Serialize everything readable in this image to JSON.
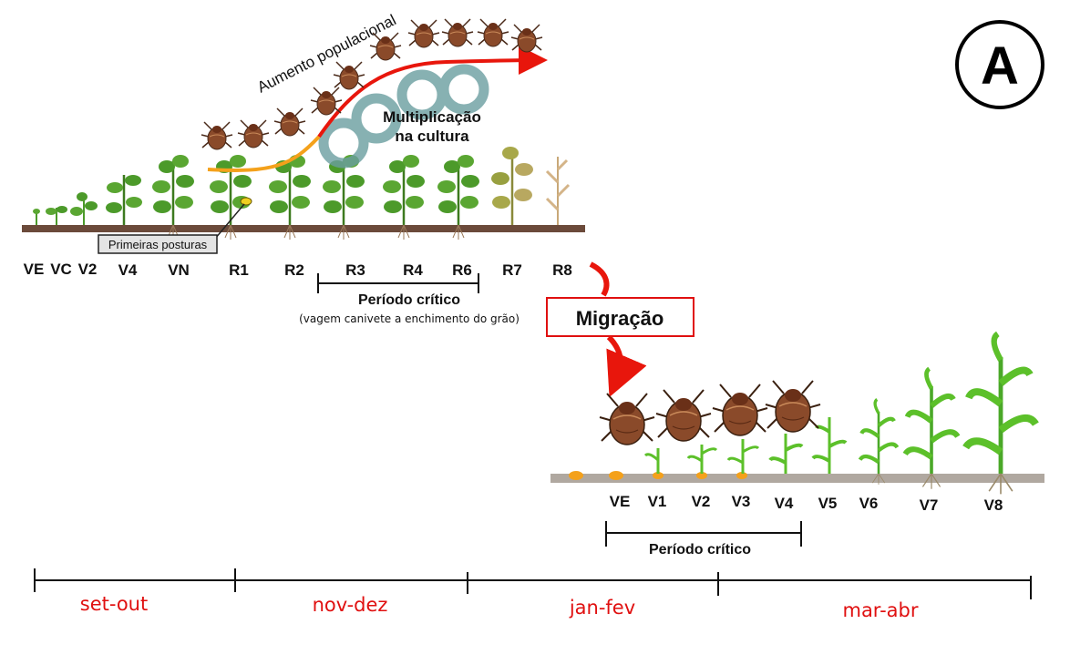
{
  "panel_label": "A",
  "soy": {
    "stages": [
      "VE",
      "VC",
      "V2",
      "V4",
      "VN",
      "R1",
      "R2",
      "R3",
      "R4",
      "R6",
      "R7",
      "R8"
    ],
    "population_label": "Aumento populacional",
    "multiplication_label_1": "Multiplicação",
    "multiplication_label_2": "na cultura",
    "first_eggs_label": "Primeiras posturas",
    "critical_label": "Período crítico",
    "critical_note": "(vagem canivete a enchimento do grão)"
  },
  "migration_label": "Migração",
  "corn": {
    "stages": [
      "VE",
      "V1",
      "V2",
      "V3",
      "V4",
      "V5",
      "V6",
      "V7",
      "V8"
    ],
    "critical_label": "Período crítico"
  },
  "timeline": {
    "periods": [
      "set-out",
      "nov-dez",
      "jan-fev",
      "mar-abr"
    ]
  },
  "colors": {
    "soil": "#6b4a3a",
    "leaf_green": "#4c9a2a",
    "leaf_dark": "#2f6e1a",
    "arrow_red": "#e8160c",
    "arrow_orange": "#f4a11b",
    "cycle_teal": "#6a9ea0",
    "bug_brown": "#8a4a2a",
    "month_red": "#e01010",
    "corn_green": "#5cc02a"
  }
}
